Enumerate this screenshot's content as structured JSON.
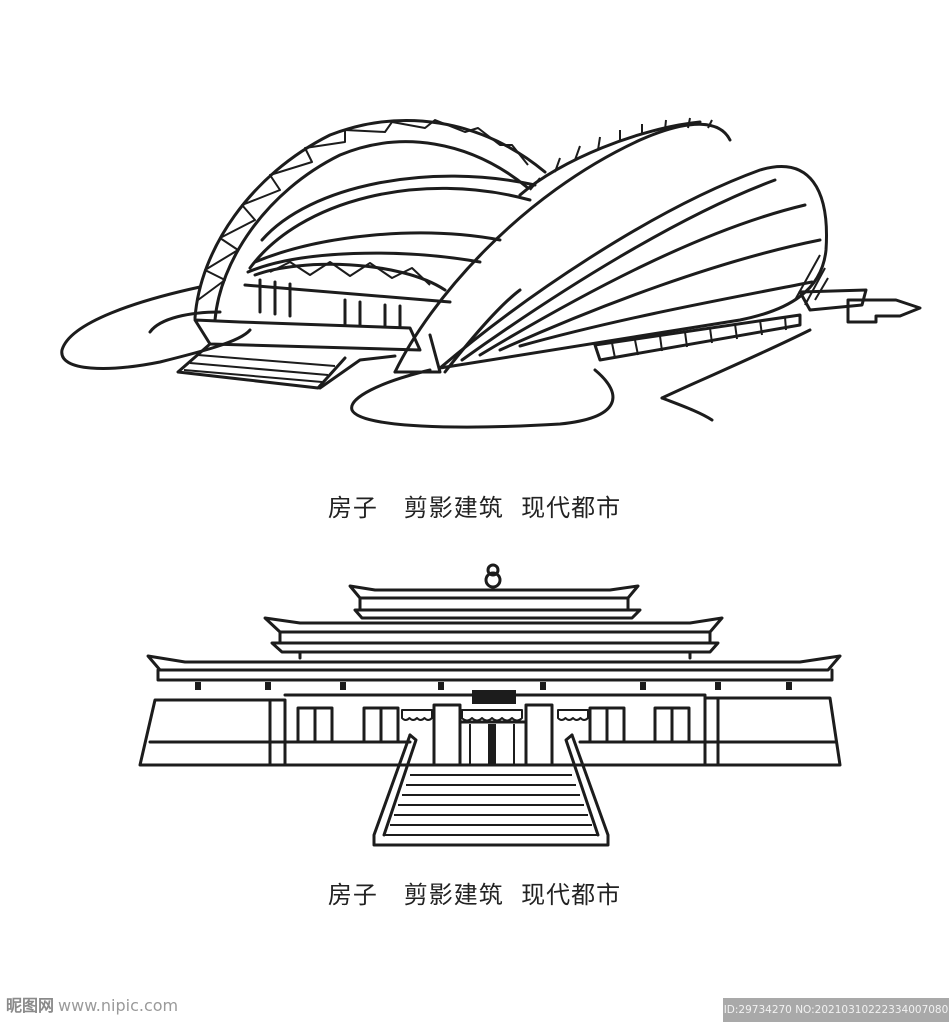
{
  "illustrations": [
    {
      "caption": "房子   剪影建筑  现代都市"
    },
    {
      "caption": "房子   剪影建筑  现代都市"
    }
  ],
  "watermark": {
    "brand": "昵图网",
    "site": "www.nipic.com"
  },
  "id_bar": {
    "text": "ID:29734270 NO:20210310222334007080"
  },
  "colors": {
    "line": "#1c1c1c",
    "background": "#ffffff",
    "id_bar": "#a9a9a9"
  }
}
